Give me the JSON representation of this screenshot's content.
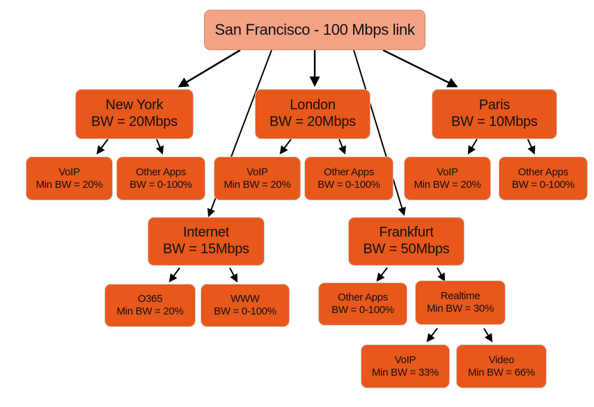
{
  "root": {
    "title": "San Francisco - 100 Mbps link"
  },
  "sites": {
    "new_york": {
      "name": "New York",
      "bw": "BW = 20Mbps",
      "voip": {
        "title": "VoIP",
        "detail": "Min BW = 20%"
      },
      "other": {
        "title": "Other Apps",
        "detail": "BW = 0-100%"
      }
    },
    "london": {
      "name": "London",
      "bw": "BW = 20Mbps",
      "voip": {
        "title": "VoIP",
        "detail": "Min BW = 20%"
      },
      "other": {
        "title": "Other Apps",
        "detail": "BW = 0-100%"
      }
    },
    "paris": {
      "name": "Paris",
      "bw": "BW = 10Mbps",
      "voip": {
        "title": "VoIP",
        "detail": "Min BW = 20%"
      },
      "other": {
        "title": "Other Apps",
        "detail": "BW = 0-100%"
      }
    },
    "internet": {
      "name": "Internet",
      "bw": "BW = 15Mbps",
      "o365": {
        "title": "O365",
        "detail": "Min BW = 20%"
      },
      "www": {
        "title": "WWW",
        "detail": "BW = 0-100%"
      }
    },
    "frankfurt": {
      "name": "Frankfurt",
      "bw": "BW = 50Mbps",
      "other": {
        "title": "Other Apps",
        "detail": "BW = 0-100%"
      },
      "realtime": {
        "title": "Realtime",
        "detail": "Min BW = 30%",
        "voip": {
          "title": "VoIP",
          "detail": "Min BW = 33%"
        },
        "video": {
          "title": "Video",
          "detail": "Min BW = 66%"
        }
      }
    }
  }
}
